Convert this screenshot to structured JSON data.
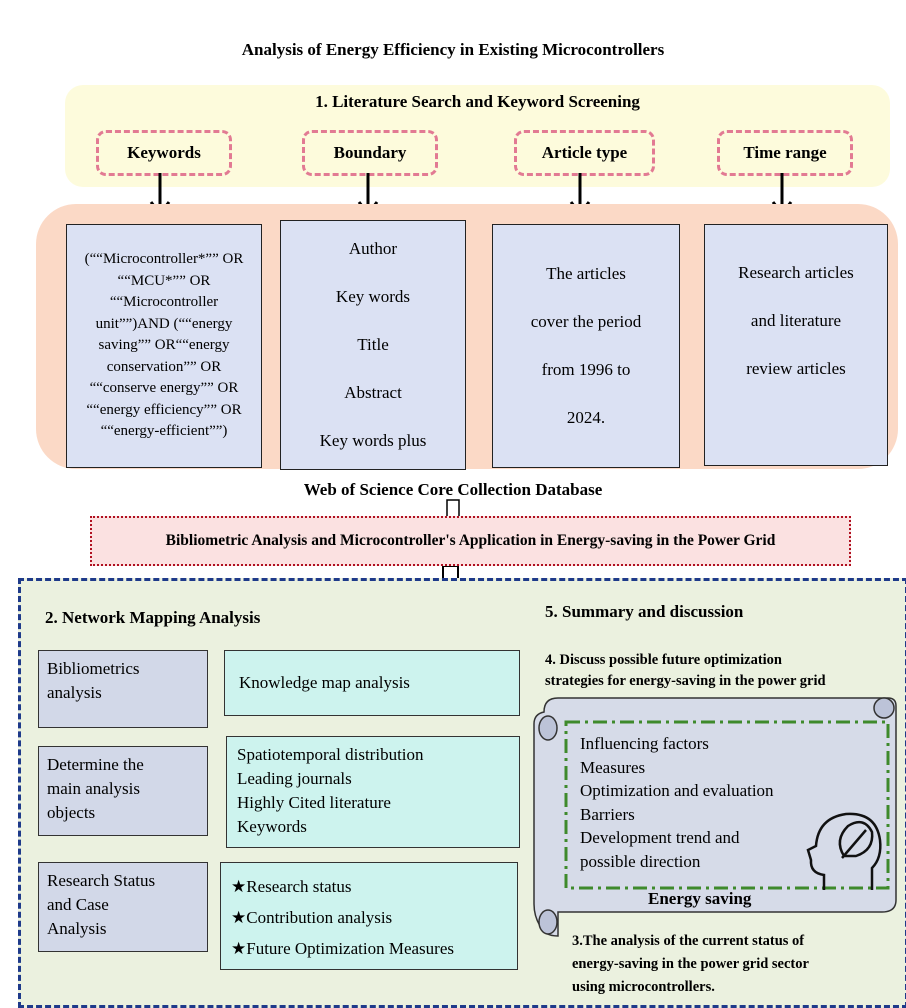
{
  "title": "Analysis of Energy Efficiency in Existing Microcontrollers",
  "literature": {
    "heading": "1.  Literature Search and Keyword Screening",
    "tags": [
      "Keywords",
      "Boundary",
      "Article type",
      "Time range"
    ],
    "boxes": {
      "query": [
        "(““Microcontroller*”” OR",
        "““MCU*”” OR",
        "““Microcontroller",
        "unit””)AND (““energy",
        "saving”” OR““energy",
        "conservation”” OR",
        "““conserve energy”” OR",
        "““energy efficiency”” OR",
        "““energy-efficient””)"
      ],
      "boundary": [
        "Author",
        "Key words",
        "Title",
        "Abstract",
        "Key words plus"
      ],
      "article_type": [
        "The articles",
        "cover the period",
        "from 1996 to",
        "2024."
      ],
      "time_range": [
        "Research articles",
        "and literature",
        "review articles"
      ]
    }
  },
  "database": "Web of Science Core Collection Database",
  "bibliometric_banner": "Bibliometric Analysis and Microcontroller's Application in Energy-saving in the Power Grid",
  "network": {
    "heading": "2.  Network Mapping Analysis",
    "left_boxes": [
      [
        "Bibliometrics",
        "analysis"
      ],
      [
        "Determine the",
        "main analysis",
        "objects"
      ],
      [
        "Research Status",
        "and Case",
        "Analysis"
      ]
    ],
    "knowledge": "Knowledge map analysis",
    "distribution": [
      "Spatiotemporal distribution",
      "Leading journals",
      "Highly Cited literature",
      "Keywords"
    ],
    "results": [
      "★Research status",
      "★Contribution analysis",
      "★Future Optimization Measures"
    ]
  },
  "summary": {
    "heading": "5.  Summary and discussion",
    "step4": [
      "4. Discuss possible future optimization",
      "strategies for energy-saving in the power grid"
    ],
    "influencing": [
      "Influencing factors",
      "Measures",
      "Optimization and evaluation",
      "Barriers",
      "Development trend and",
      "possible direction"
    ],
    "energy_saving": "Energy saving",
    "step3": [
      "3.The analysis of the current status of",
      "energy-saving in the power grid sector",
      "using microcontrollers."
    ]
  },
  "colors": {
    "pink_dash": "#e27a93",
    "navy_dash": "#1e3a8a",
    "green_dash": "#3e8a2b",
    "maroon_dot": "#b01020"
  }
}
